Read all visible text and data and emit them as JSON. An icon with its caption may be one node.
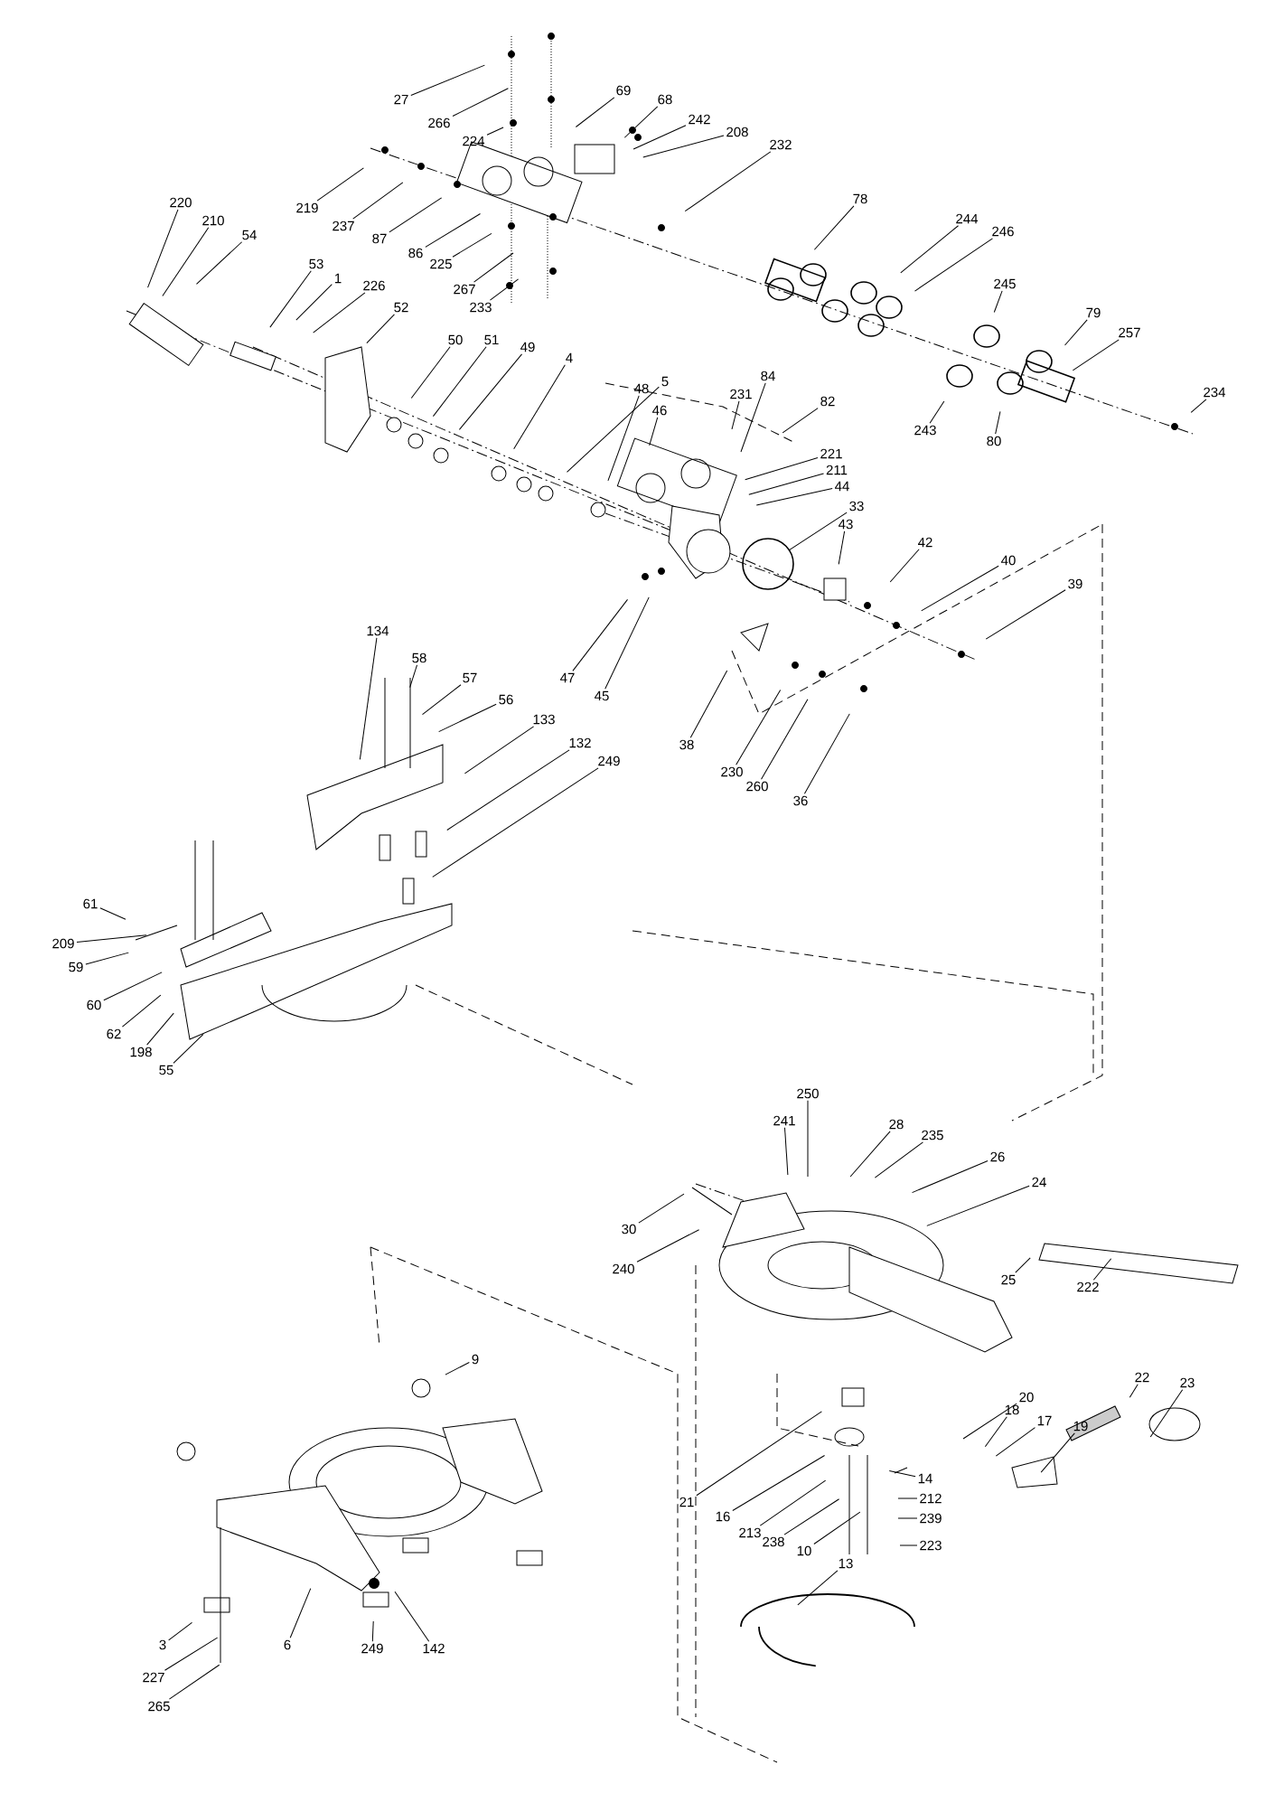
{
  "diagram": {
    "nodes": [
      {
        "text": [
          "27"
        ]
      },
      {
        "text": [
          "266"
        ]
      },
      {
        "text": [
          "224"
        ]
      },
      {
        "text": [
          "69"
        ]
      },
      {
        "text": [
          "68"
        ]
      },
      {
        "text": [
          "242"
        ]
      },
      {
        "text": [
          "208"
        ]
      },
      {
        "text": [
          "232"
        ]
      },
      {
        "text": [
          "219"
        ]
      },
      {
        "text": [
          "237"
        ]
      },
      {
        "text": [
          "87"
        ]
      },
      {
        "text": [
          "86"
        ]
      },
      {
        "text": [
          "225"
        ]
      },
      {
        "text": [
          "267"
        ]
      },
      {
        "text": [
          "233"
        ]
      },
      {
        "text": [
          "220"
        ]
      },
      {
        "text": [
          "210"
        ]
      },
      {
        "text": [
          "54"
        ]
      },
      {
        "text": [
          "53"
        ]
      },
      {
        "text": [
          "1"
        ]
      },
      {
        "text": [
          "226"
        ]
      },
      {
        "text": [
          "52"
        ]
      },
      {
        "text": [
          "50"
        ]
      },
      {
        "text": [
          "51"
        ]
      },
      {
        "text": [
          "49"
        ]
      },
      {
        "text": [
          "4"
        ]
      },
      {
        "text": [
          "5"
        ]
      },
      {
        "text": [
          "48"
        ]
      },
      {
        "text": [
          "46"
        ]
      },
      {
        "text": [
          "231"
        ]
      },
      {
        "text": [
          "84"
        ]
      },
      {
        "text": [
          "82"
        ]
      },
      {
        "text": [
          "221"
        ]
      },
      {
        "text": [
          "211"
        ]
      },
      {
        "text": [
          "44"
        ]
      },
      {
        "text": [
          "78"
        ]
      },
      {
        "text": [
          "244"
        ]
      },
      {
        "text": [
          "246"
        ]
      },
      {
        "text": [
          "245"
        ]
      },
      {
        "text": [
          "79"
        ]
      },
      {
        "text": [
          "257"
        ]
      },
      {
        "text": [
          "234"
        ]
      },
      {
        "text": [
          "243"
        ]
      },
      {
        "text": [
          "80"
        ]
      },
      {
        "text": [
          "33"
        ]
      },
      {
        "text": [
          "43"
        ]
      },
      {
        "text": [
          "42"
        ]
      },
      {
        "text": [
          "40"
        ]
      },
      {
        "text": [
          "39"
        ]
      },
      {
        "text": [
          "47"
        ]
      },
      {
        "text": [
          "45"
        ]
      },
      {
        "text": [
          "38"
        ]
      },
      {
        "text": [
          "230"
        ]
      },
      {
        "text": [
          "260"
        ]
      },
      {
        "text": [
          "36"
        ]
      },
      {
        "text": [
          "134"
        ]
      },
      {
        "text": [
          "58"
        ]
      },
      {
        "text": [
          "57"
        ]
      },
      {
        "text": [
          "56"
        ]
      },
      {
        "text": [
          "133"
        ]
      },
      {
        "text": [
          "132"
        ]
      },
      {
        "text": [
          "249"
        ]
      },
      {
        "text": [
          "61"
        ]
      },
      {
        "text": [
          "209"
        ]
      },
      {
        "text": [
          "59"
        ]
      },
      {
        "text": [
          "60"
        ]
      },
      {
        "text": [
          "62"
        ]
      },
      {
        "text": [
          "198"
        ]
      },
      {
        "text": [
          "55"
        ]
      },
      {
        "text": [
          "250"
        ]
      },
      {
        "text": [
          "241"
        ]
      },
      {
        "text": [
          "28"
        ]
      },
      {
        "text": [
          "235"
        ]
      },
      {
        "text": [
          "26"
        ]
      },
      {
        "text": [
          "24"
        ]
      },
      {
        "text": [
          "30"
        ]
      },
      {
        "text": [
          "240"
        ]
      },
      {
        "text": [
          "25"
        ]
      },
      {
        "text": [
          "222"
        ]
      },
      {
        "text": [
          "20"
        ]
      },
      {
        "text": [
          "22"
        ]
      },
      {
        "text": [
          "23"
        ]
      },
      {
        "text": [
          "18"
        ]
      },
      {
        "text": [
          "17"
        ]
      },
      {
        "text": [
          "19"
        ]
      },
      {
        "text": [
          "21"
        ]
      },
      {
        "text": [
          "16"
        ]
      },
      {
        "text": [
          "213"
        ]
      },
      {
        "text": [
          "238"
        ]
      },
      {
        "text": [
          "10"
        ]
      },
      {
        "text": [
          "14"
        ]
      },
      {
        "text": [
          "212"
        ]
      },
      {
        "text": [
          "239"
        ]
      },
      {
        "text": [
          "223"
        ]
      },
      {
        "text": [
          "13"
        ]
      },
      {
        "text": [
          "9"
        ]
      },
      {
        "text": [
          "3"
        ]
      },
      {
        "text": [
          "227"
        ]
      },
      {
        "text": [
          "265"
        ]
      },
      {
        "text": [
          "6"
        ]
      },
      {
        "text": [
          "249"
        ]
      },
      {
        "text": [
          "142"
        ]
      }
    ],
    "edges": [
      {
        "from": 0,
        "to": null,
        "arrow": "none"
      },
      {
        "from": 1,
        "to": null,
        "arrow": "none"
      },
      {
        "from": 2,
        "to": null,
        "arrow": "none"
      },
      {
        "from": 3,
        "to": null,
        "arrow": "none"
      },
      {
        "from": 4,
        "to": null,
        "arrow": "none"
      },
      {
        "from": 5,
        "to": null,
        "arrow": "none"
      },
      {
        "from": 6,
        "to": null,
        "arrow": "none"
      },
      {
        "from": 7,
        "to": null,
        "arrow": "none"
      },
      {
        "from": 8,
        "to": null,
        "arrow": "none"
      },
      {
        "from": 9,
        "to": null,
        "arrow": "none"
      },
      {
        "from": 10,
        "to": null,
        "arrow": "none"
      },
      {
        "from": 11,
        "to": null,
        "arrow": "none"
      },
      {
        "from": 12,
        "to": null,
        "arrow": "none"
      },
      {
        "from": 13,
        "to": null,
        "arrow": "none"
      },
      {
        "from": 14,
        "to": null,
        "arrow": "none"
      },
      {
        "from": 15,
        "to": null,
        "arrow": "none"
      },
      {
        "from": 16,
        "to": null,
        "arrow": "none"
      },
      {
        "from": 17,
        "to": null,
        "arrow": "none"
      },
      {
        "from": 18,
        "to": null,
        "arrow": "none"
      },
      {
        "from": 19,
        "to": null,
        "arrow": "none"
      },
      {
        "from": 20,
        "to": null,
        "arrow": "none"
      },
      {
        "from": 21,
        "to": null,
        "arrow": "none"
      },
      {
        "from": 22,
        "to": null,
        "arrow": "none"
      },
      {
        "from": 23,
        "to": null,
        "arrow": "none"
      },
      {
        "from": 24,
        "to": null,
        "arrow": "none"
      },
      {
        "from": 25,
        "to": null,
        "arrow": "none"
      },
      {
        "from": 26,
        "to": null,
        "arrow": "none"
      },
      {
        "from": 27,
        "to": null,
        "arrow": "none"
      },
      {
        "from": 28,
        "to": null,
        "arrow": "none"
      },
      {
        "from": 29,
        "to": null,
        "arrow": "none"
      },
      {
        "from": 30,
        "to": null,
        "arrow": "none"
      },
      {
        "from": 31,
        "to": null,
        "arrow": "none"
      },
      {
        "from": 32,
        "to": null,
        "arrow": "none"
      },
      {
        "from": 33,
        "to": null,
        "arrow": "none"
      },
      {
        "from": 34,
        "to": null,
        "arrow": "none"
      },
      {
        "from": 35,
        "to": null,
        "arrow": "none"
      },
      {
        "from": 36,
        "to": null,
        "arrow": "none"
      },
      {
        "from": 37,
        "to": null,
        "arrow": "none"
      },
      {
        "from": 38,
        "to": null,
        "arrow": "none"
      },
      {
        "from": 39,
        "to": null,
        "arrow": "none"
      },
      {
        "from": 40,
        "to": null,
        "arrow": "none"
      },
      {
        "from": 41,
        "to": null,
        "arrow": "none"
      },
      {
        "from": 42,
        "to": null,
        "arrow": "none"
      },
      {
        "from": 43,
        "to": null,
        "arrow": "none"
      },
      {
        "from": 44,
        "to": null,
        "arrow": "none"
      },
      {
        "from": 45,
        "to": null,
        "arrow": "none"
      },
      {
        "from": 46,
        "to": null,
        "arrow": "none"
      },
      {
        "from": 47,
        "to": null,
        "arrow": "none"
      },
      {
        "from": 48,
        "to": null,
        "arrow": "none"
      },
      {
        "from": 49,
        "to": null,
        "arrow": "none"
      },
      {
        "from": 50,
        "to": null,
        "arrow": "none"
      },
      {
        "from": 51,
        "to": null,
        "arrow": "none"
      },
      {
        "from": 52,
        "to": null,
        "arrow": "none"
      },
      {
        "from": 53,
        "to": null,
        "arrow": "none"
      },
      {
        "from": 54,
        "to": null,
        "arrow": "none"
      },
      {
        "from": 55,
        "to": null,
        "arrow": "none"
      },
      {
        "from": 56,
        "to": null,
        "arrow": "none"
      },
      {
        "from": 57,
        "to": null,
        "arrow": "none"
      },
      {
        "from": 58,
        "to": null,
        "arrow": "none"
      },
      {
        "from": 59,
        "to": null,
        "arrow": "none"
      },
      {
        "from": 60,
        "to": null,
        "arrow": "none"
      },
      {
        "from": 61,
        "to": null,
        "arrow": "none"
      },
      {
        "from": 62,
        "to": null,
        "arrow": "none"
      },
      {
        "from": 63,
        "to": null,
        "arrow": "none"
      },
      {
        "from": 64,
        "to": null,
        "arrow": "none"
      },
      {
        "from": 65,
        "to": null,
        "arrow": "none"
      },
      {
        "from": 66,
        "to": null,
        "arrow": "none"
      },
      {
        "from": 67,
        "to": null,
        "arrow": "none"
      },
      {
        "from": 68,
        "to": null,
        "arrow": "none"
      },
      {
        "from": 69,
        "to": null,
        "arrow": "none"
      },
      {
        "from": 70,
        "to": null,
        "arrow": "none"
      },
      {
        "from": 71,
        "to": null,
        "arrow": "none"
      },
      {
        "from": 72,
        "to": null,
        "arrow": "none"
      },
      {
        "from": 73,
        "to": null,
        "arrow": "none"
      },
      {
        "from": 74,
        "to": null,
        "arrow": "none"
      },
      {
        "from": 75,
        "to": null,
        "arrow": "none"
      },
      {
        "from": 76,
        "to": null,
        "arrow": "none"
      },
      {
        "from": 77,
        "to": null,
        "arrow": "none"
      },
      {
        "from": 78,
        "to": null,
        "arrow": "none"
      },
      {
        "from": 79,
        "to": null,
        "arrow": "none"
      },
      {
        "from": 80,
        "to": null,
        "arrow": "none"
      },
      {
        "from": 81,
        "to": null,
        "arrow": "none"
      },
      {
        "from": 82,
        "to": null,
        "arrow": "none"
      },
      {
        "from": 83,
        "to": null,
        "arrow": "none"
      },
      {
        "from": 84,
        "to": null,
        "arrow": "none"
      },
      {
        "from": 85,
        "to": null,
        "arrow": "none"
      },
      {
        "from": 86,
        "to": null,
        "arrow": "none"
      },
      {
        "from": 87,
        "to": null,
        "arrow": "none"
      },
      {
        "from": 88,
        "to": null,
        "arrow": "none"
      },
      {
        "from": 89,
        "to": null,
        "arrow": "none"
      },
      {
        "from": 90,
        "to": null,
        "arrow": "none"
      },
      {
        "from": 91,
        "to": null,
        "arrow": "none"
      },
      {
        "from": 92,
        "to": null,
        "arrow": "none"
      },
      {
        "from": 93,
        "to": null,
        "arrow": "none"
      },
      {
        "from": 94,
        "to": null,
        "arrow": "none"
      },
      {
        "from": 95,
        "to": null,
        "arrow": "none"
      },
      {
        "from": 96,
        "to": null,
        "arrow": "none"
      },
      {
        "from": 97,
        "to": null,
        "arrow": "none"
      },
      {
        "from": 98,
        "to": null,
        "arrow": "none"
      },
      {
        "from": 99,
        "to": null,
        "arrow": "none"
      },
      {
        "from": 100,
        "to": null,
        "arrow": "none"
      },
      {
        "from": 101,
        "to": null,
        "arrow": "none"
      }
    ]
  }
}
